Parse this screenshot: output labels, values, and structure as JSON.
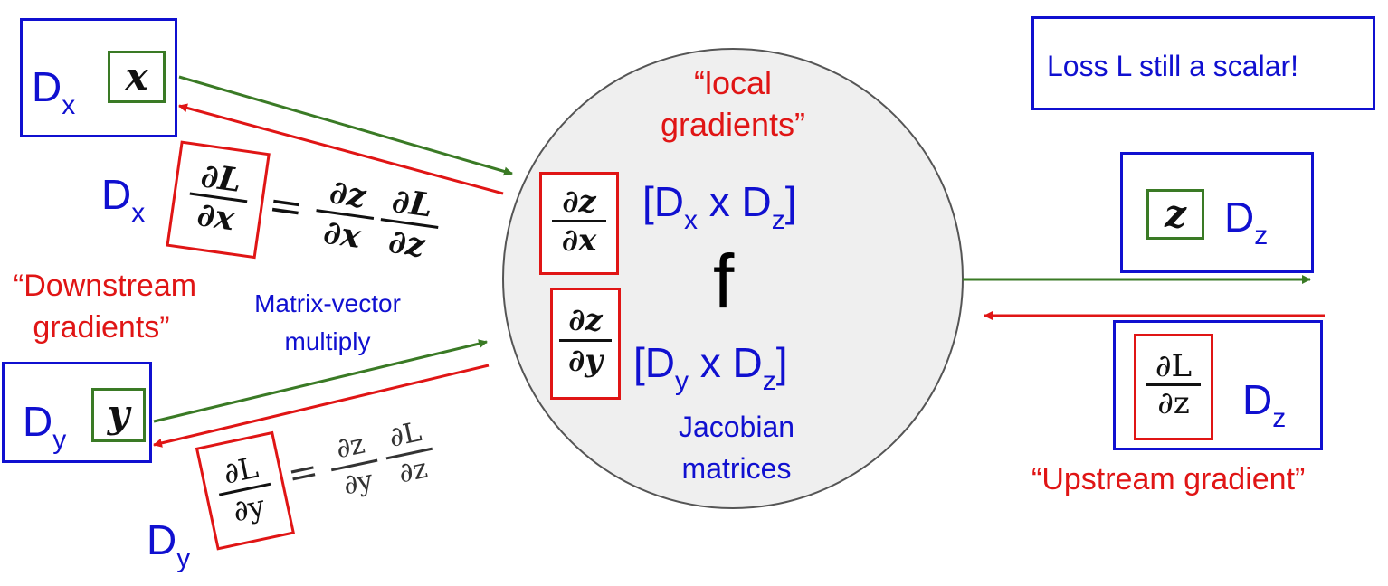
{
  "inputs": {
    "x": {
      "dim_main": "D",
      "dim_sub": "x",
      "var": "x"
    },
    "y": {
      "dim_main": "D",
      "dim_sub": "y",
      "var": "y"
    }
  },
  "output": {
    "dim_main": "D",
    "dim_sub": "z",
    "var": "z"
  },
  "upstream": {
    "num": "∂L",
    "den": "∂z",
    "dim_main": "D",
    "dim_sub": "z",
    "label": "“Upstream gradient”"
  },
  "loss_note": "Loss L still a scalar!",
  "node": {
    "label": "f",
    "local_label_1": "“local",
    "local_label_2": "gradients”",
    "jac_x": {
      "num": "∂z",
      "den": "∂x",
      "b1": "[D",
      "s1": "x",
      "mid": " x D",
      "s2": "z",
      "b2": "]"
    },
    "jac_y": {
      "num": "∂z",
      "den": "∂y",
      "b1": "[D",
      "s1": "y",
      "mid": " x D",
      "s2": "z",
      "b2": "]"
    },
    "jacobian_1": "Jacobian",
    "jacobian_2": "matrices"
  },
  "downstream": {
    "label_1": "“Downstream",
    "label_2": "gradients”",
    "mv_1": "Matrix-vector",
    "mv_2": "multiply",
    "x_eq": {
      "dim_main": "D",
      "dim_sub": "x",
      "lnum": "∂L",
      "lden": "∂x",
      "eq": "=",
      "n1": "∂z",
      "d1": "∂x",
      "n2": "∂L",
      "d2": "∂z"
    },
    "y_eq": {
      "dim_main": "D",
      "dim_sub": "y",
      "lnum": "∂L",
      "lden": "∂y",
      "eq": "=",
      "n1": "∂z",
      "d1": "∂y",
      "n2": "∂L",
      "d2": "∂z"
    }
  },
  "colors": {
    "blue": "#1010d0",
    "red": "#e01515",
    "green": "#3a7a25",
    "node_fill": "#efefef"
  }
}
